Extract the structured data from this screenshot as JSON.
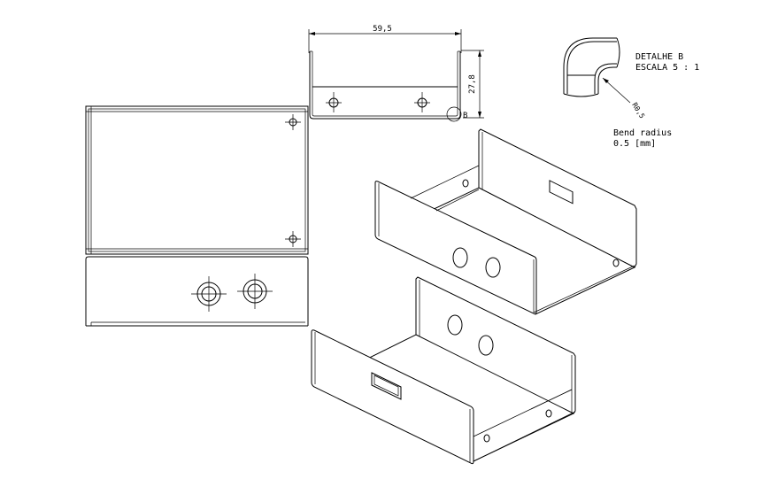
{
  "dimensions": {
    "width": "59,5",
    "height": "27,8",
    "radius": "R0,5",
    "detail_marker": "B"
  },
  "detail": {
    "title_line1": "DETALHE B",
    "title_line2": "ESCALA 5 : 1",
    "note_line1": "Bend radius",
    "note_line2": "0.5 [mm]"
  },
  "colors": {
    "line": "#000000",
    "background": "#ffffff"
  }
}
